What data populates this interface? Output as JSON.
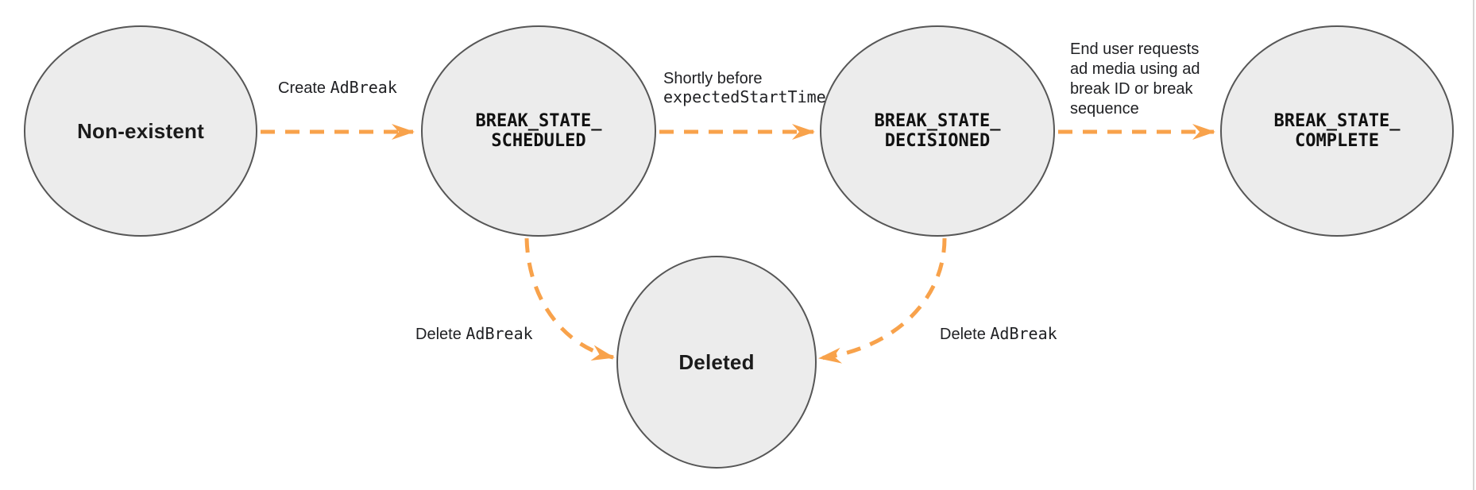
{
  "diagram": {
    "type": "state-diagram",
    "colors": {
      "node_fill": "#ececec",
      "node_border": "#565656",
      "arrow": "#f8a24b",
      "text": "#202124",
      "divider": "#d6d6d6"
    },
    "nodes": [
      {
        "id": "non-existent",
        "label": "Non-existent"
      },
      {
        "id": "break-state-scheduled",
        "label_line1": "BREAK_STATE_",
        "label_line2": "SCHEDULED"
      },
      {
        "id": "break-state-decisioned",
        "label_line1": "BREAK_STATE_",
        "label_line2": "DECISIONED"
      },
      {
        "id": "break-state-complete",
        "label_line1": "BREAK_STATE_",
        "label_line2": "COMPLETE"
      },
      {
        "id": "deleted",
        "label": "Deleted"
      }
    ],
    "edges": [
      {
        "from": "non-existent",
        "to": "break-state-scheduled",
        "label_text": "Create ",
        "label_code": "AdBreak"
      },
      {
        "from": "break-state-scheduled",
        "to": "break-state-decisioned",
        "label_line1": "Shortly before",
        "label_line2_code": "expectedStartTime"
      },
      {
        "from": "break-state-decisioned",
        "to": "break-state-complete",
        "label_lines": [
          "End user requests",
          "ad media using ad",
          "break ID or break",
          "sequence"
        ]
      },
      {
        "from": "break-state-scheduled",
        "to": "deleted",
        "label_text": "Delete ",
        "label_code": "AdBreak"
      },
      {
        "from": "break-state-decisioned",
        "to": "deleted",
        "label_text": "Delete ",
        "label_code": "AdBreak"
      }
    ]
  }
}
